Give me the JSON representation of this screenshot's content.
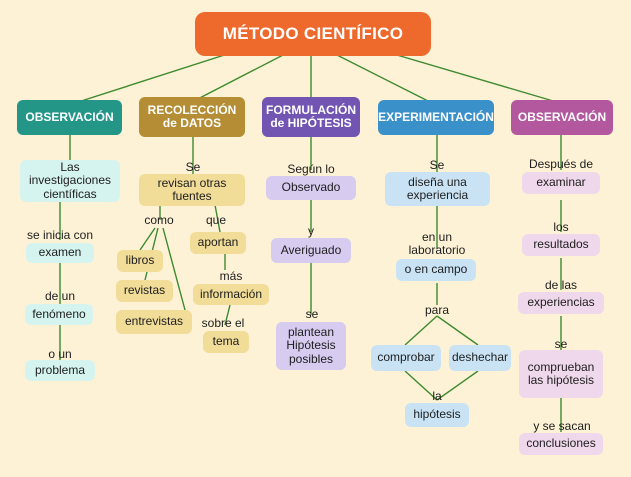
{
  "title": "MÉTODO CIENTÍFICO",
  "columns": [
    {
      "heading": "OBSERVACIÓN",
      "nodes": [
        "Las investigaciones científicas",
        "examen",
        "fenómeno",
        "problema"
      ],
      "connectors": [
        "se inicia con",
        "de un",
        "o un"
      ]
    },
    {
      "heading": "RECOLECCIÓN de DATOS",
      "nodes": [
        "revisan otras fuentes",
        "libros",
        "revistas",
        "entrevistas",
        "aportan",
        "información",
        "tema"
      ],
      "connectors": [
        "Se",
        "como",
        "que",
        "más",
        "sobre el"
      ]
    },
    {
      "heading": "FORMULACIÓN de HIPÓTESIS",
      "nodes": [
        "Observado",
        "Averiguado",
        "plantean Hipótesis posibles"
      ],
      "connectors": [
        "Según lo",
        "y",
        "se"
      ]
    },
    {
      "heading": "EXPERIMENTACIÓN",
      "nodes": [
        "diseña una experiencia",
        "o en campo",
        "comprobar",
        "deshechar",
        "hipótesis"
      ],
      "connectors": [
        "Se",
        "en un laboratorio",
        "para",
        "la"
      ]
    },
    {
      "heading": "OBSERVACIÓN",
      "nodes": [
        "examinar",
        "resultados",
        "experiencias",
        "comprueban las hipótesis",
        "conclusiones"
      ],
      "connectors": [
        "Después de",
        "los",
        "de las",
        "se",
        "y se sacan"
      ]
    }
  ],
  "colors": {
    "background": "#fdf2d6",
    "title": "#ee6a2c",
    "observacion": "#239688",
    "recoleccion": "#b48d34",
    "formulacion": "#7254b3",
    "experimentacion": "#3a90c9",
    "observacion_final": "#b3589f",
    "line": "#3d8a2e"
  }
}
